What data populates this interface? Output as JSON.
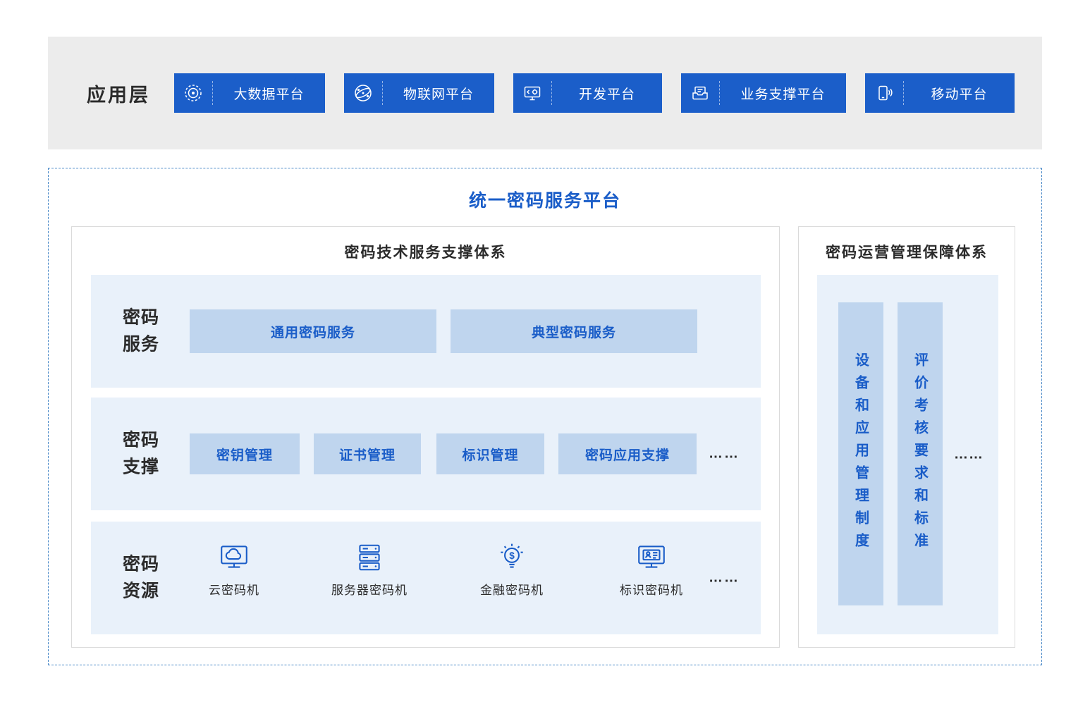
{
  "colors": {
    "button_blue": "#1b5ec9",
    "accent_blue": "#1a5dc8",
    "header_bg": "#ececec",
    "row_bg": "#e9f1fa",
    "box_bg": "#bfd5ee",
    "dashed_border": "#4a89c8",
    "text_dark": "#2b2b2b"
  },
  "app_layer": {
    "label": "应用层",
    "platforms": [
      {
        "label": "大数据平台",
        "icon": "big-data-icon"
      },
      {
        "label": "物联网平台",
        "icon": "iot-icon"
      },
      {
        "label": "开发平台",
        "icon": "development-icon"
      },
      {
        "label": "业务支撑平台",
        "icon": "business-support-icon"
      },
      {
        "label": "移动平台",
        "icon": "mobile-icon"
      }
    ]
  },
  "unified_platform": {
    "title": "统一密码服务平台",
    "tech_system": {
      "title": "密码技术服务支撑体系",
      "service_row": {
        "label": "密码服务",
        "items": [
          "通用密码服务",
          "典型密码服务"
        ]
      },
      "support_row": {
        "label": "密码支撑",
        "items": [
          "密钥管理",
          "证书管理",
          "标识管理",
          "密码应用支撑"
        ],
        "more": "……"
      },
      "resource_row": {
        "label": "密码资源",
        "items": [
          {
            "label": "云密码机",
            "icon": "cloud-crypto-machine-icon"
          },
          {
            "label": "服务器密码机",
            "icon": "server-crypto-machine-icon"
          },
          {
            "label": "金融密码机",
            "icon": "finance-crypto-machine-icon"
          },
          {
            "label": "标识密码机",
            "icon": "identity-crypto-machine-icon"
          }
        ],
        "more": "……"
      }
    },
    "ops_system": {
      "title": "密码运营管理保障体系",
      "columns": [
        "设备和应用管理制度",
        "评价考核要求和标准"
      ],
      "more": "……"
    }
  }
}
